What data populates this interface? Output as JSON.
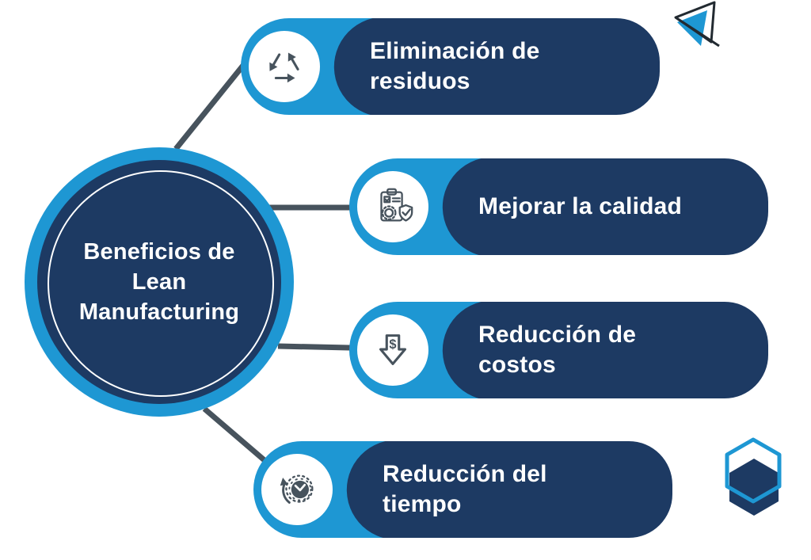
{
  "title": {
    "text": "Beneficios de Lean Manufacturing",
    "lines": [
      "Beneficios de",
      "Lean",
      "Manufacturing"
    ]
  },
  "benefits": [
    {
      "label": "Eliminación de residuos",
      "line1": "Eliminación de",
      "line2": "residuos",
      "icon": "recycle-icon"
    },
    {
      "label": "Mejorar la calidad",
      "line1": "Mejorar la calidad",
      "line2": "",
      "icon": "quality-checklist-shield-icon"
    },
    {
      "label": "Reducción de costos",
      "line1": "Reducción de",
      "line2": "costos",
      "icon": "cost-down-arrow-icon"
    },
    {
      "label": "Reducción del tiempo",
      "line1": "Reducción del",
      "line2": "tiempo",
      "icon": "time-clock-icon"
    }
  ],
  "icons": {
    "dollar_glyph": "$"
  },
  "decorations": {
    "top_right": "paper-plane",
    "bottom_right": "hexagon"
  },
  "colors": {
    "accent_blue": "#1E97D3",
    "navy": "#1D3A63",
    "connector_slate": "#47535D",
    "decoration_dark": "#222A31",
    "text_white": "#FFFFFF"
  }
}
